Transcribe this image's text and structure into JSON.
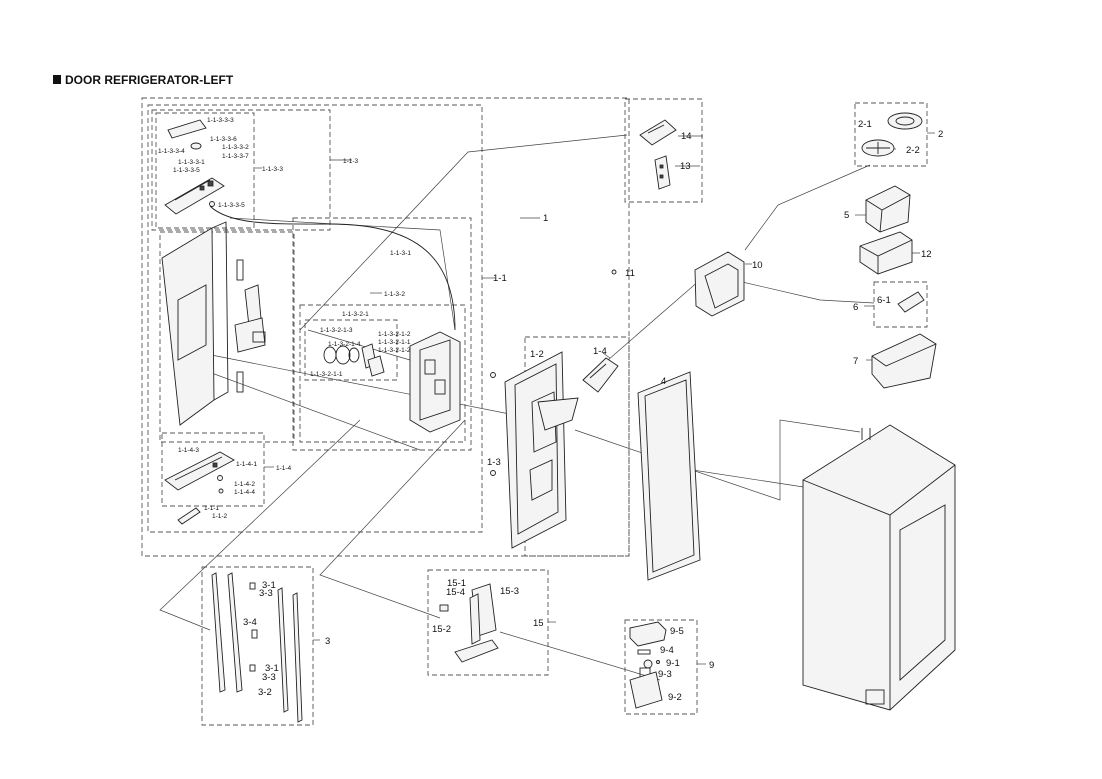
{
  "title": "DOOR REFRIGERATOR-LEFT",
  "labels": {
    "p1": "1",
    "p1_1": "1-1",
    "p1_1_3": "1-1-3",
    "p1_1_3_3": "1-1-3-3",
    "p1_1_3_3_3": "1-1-3-3-3",
    "p1_1_3_3_6": "1-1-3-3-6",
    "p1_1_3_3_2": "1-1-3-3-2",
    "p1_1_3_3_4": "1-1-3-3-4",
    "p1_1_3_3_7": "1-1-3-3-7",
    "p1_1_3_3_1": "1-1-3-3-1",
    "p1_1_3_3_5": "1-1-3-3-5",
    "p1_1_3_3_5b": "1-1-3-3-5",
    "p1_1_3_1": "1-1-3-1",
    "p1_1_3_2": "1-1-3-2",
    "p1_1_3_2_1": "1-1-3-2-1",
    "p1_1_3_2_1_3": "1-1-3-2-1-3",
    "p1_1_3_2_1_2": "1-1-3-2-1-2",
    "p1_1_3_2_1_1": "1-1-3-2-1-1",
    "p1_1_3_2_1_2b": "1-1-3-2-1-2",
    "p1_1_3_2_1_4": "1-1-3-2-1-4",
    "p1_1_3_2_1_1b": "1-1-3-2-1-1",
    "p1_1_4": "1-1-4",
    "p1_1_4_3": "1-1-4-3",
    "p1_1_4_1": "1-1-4-1",
    "p1_1_4_2": "1-1-4-2",
    "p1_1_4_4": "1-1-4-4",
    "p1_1_1": "1-1-1",
    "p1_1_2": "1-1-2",
    "p1_2": "1-2",
    "p1_3": "1-3",
    "p1_4": "1-4",
    "p2": "2",
    "p2_1": "2-1",
    "p2_2": "2-2",
    "p3": "3",
    "p3_1a": "3-1",
    "p3_3a": "3-3",
    "p3_4": "3-4",
    "p3_1b": "3-1",
    "p3_3b": "3-3",
    "p3_2": "3-2",
    "p4": "4",
    "p5": "5",
    "p6": "6",
    "p6_1": "6-1",
    "p7": "7",
    "p9": "9",
    "p9_1": "9-1",
    "p9_2": "9-2",
    "p9_3": "9-3",
    "p9_4": "9-4",
    "p9_5": "9-5",
    "p10": "10",
    "p11": "11",
    "p12": "12",
    "p13": "13",
    "p14": "14",
    "p15": "15",
    "p15_1": "15-1",
    "p15_2": "15-2",
    "p15_3": "15-3",
    "p15_4": "15-4"
  }
}
